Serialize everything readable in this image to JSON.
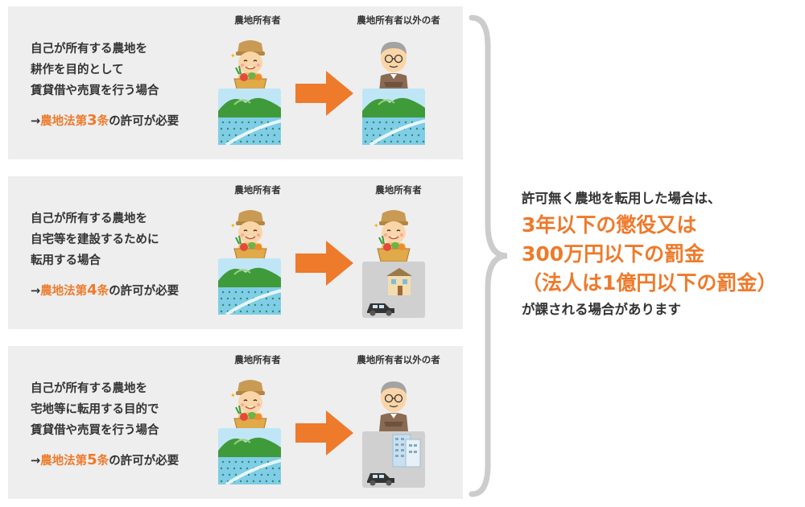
{
  "panels": [
    {
      "desc_lines": [
        "自己が所有する農地を",
        "耕作を目的として",
        "賃貸借や売買を行う場合"
      ],
      "law_prefix": "→",
      "law_name": "農地法第",
      "law_number": "3",
      "law_article": "条",
      "law_suffix": "の許可が必要",
      "left_role": "農地所有者",
      "right_role": "農地所有者以外の者",
      "right_scene": "farmland",
      "right_person": "other-person"
    },
    {
      "desc_lines": [
        "自己が所有する農地を",
        "自宅等を建設するために",
        "転用する場合"
      ],
      "law_prefix": "→",
      "law_name": "農地法第",
      "law_number": "4",
      "law_article": "条",
      "law_suffix": "の許可が必要",
      "left_role": "農地所有者",
      "right_role": "農地所有者",
      "right_scene": "house-with-car",
      "right_person": "farmer"
    },
    {
      "desc_lines": [
        "自己が所有する農地を",
        "宅地等に転用する目的で",
        "賃貸借や売買を行う場合"
      ],
      "law_prefix": "→",
      "law_name": "農地法第",
      "law_number": "5",
      "law_article": "条",
      "law_suffix": "の許可が必要",
      "left_role": "農地所有者",
      "right_role": "農地所有者以外の者",
      "right_scene": "building-with-car",
      "right_person": "other-person"
    }
  ],
  "summary": {
    "line1": "許可無く農地を転用した場合は、",
    "line2": "3年以下の懲役又は",
    "line3": "300万円以下の罰金",
    "line4": "（法人は1億円以下の罰金）",
    "line5": "が課される場合があります"
  },
  "colors": {
    "accent": "#ee7a2b",
    "panel_bg": "#eeeeee",
    "text": "#333333",
    "brace": "#cccccc"
  }
}
